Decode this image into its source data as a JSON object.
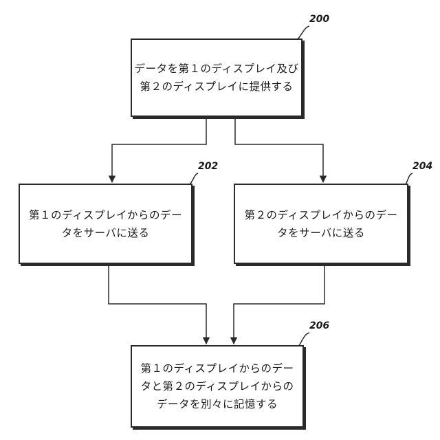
{
  "diagram": {
    "nodes": [
      {
        "id": "200",
        "ref": "200",
        "lines": [
          "データを第１のディスプレイ及び",
          "第２のディスプレイに提供する"
        ]
      },
      {
        "id": "202",
        "ref": "202",
        "lines": [
          "第１のディスプレイからのデー",
          "タをサーバに送る"
        ]
      },
      {
        "id": "204",
        "ref": "204",
        "lines": [
          "第２のディスプレイからのデー",
          "タをサーバに送る"
        ]
      },
      {
        "id": "206",
        "ref": "206",
        "lines": [
          "第１のディスプレイからのデー",
          "タと第２のディスプレイからの",
          "データを別々に記憶する"
        ]
      }
    ],
    "edges": [
      {
        "from": "200",
        "to": "202"
      },
      {
        "from": "200",
        "to": "204"
      },
      {
        "from": "202",
        "to": "206"
      },
      {
        "from": "204",
        "to": "206"
      }
    ]
  }
}
